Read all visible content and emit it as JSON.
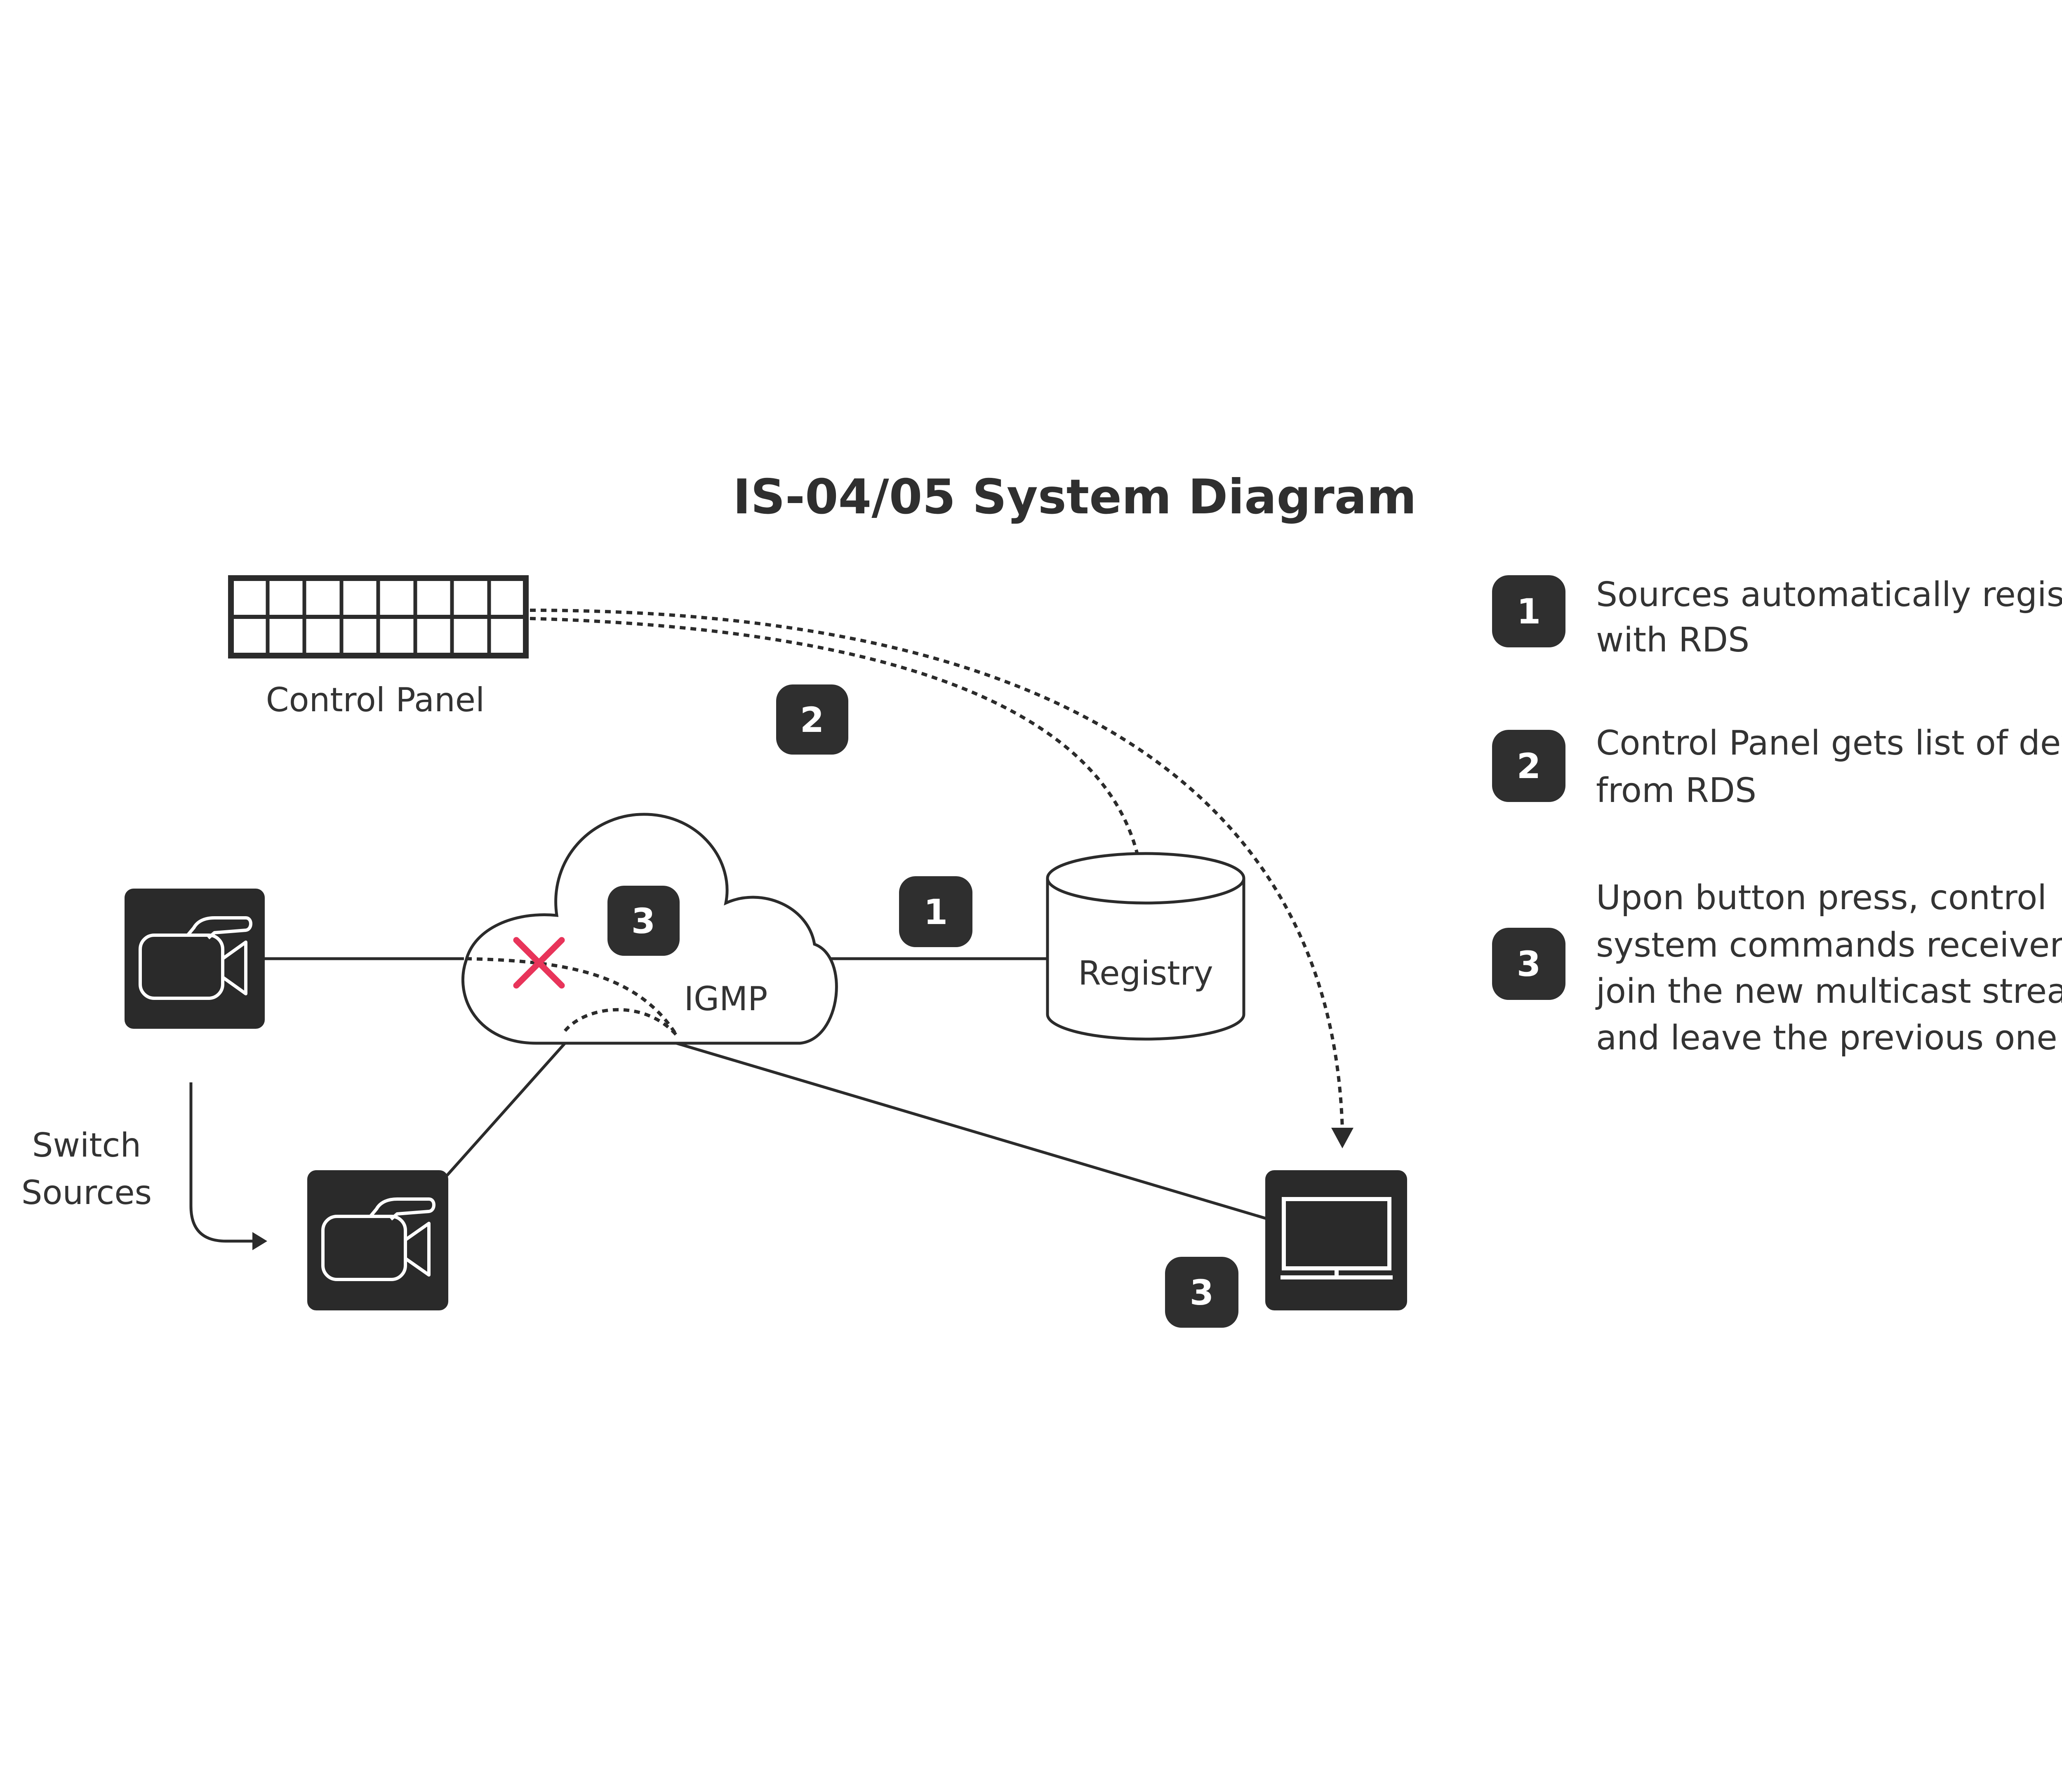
{
  "title": "IS-04/05 System Diagram",
  "nodes": {
    "control_panel": "Control Panel",
    "registry": "Registry",
    "cloud": "IGMP",
    "switch_line1": "Switch",
    "switch_line2": "Sources"
  },
  "badges": {
    "register": "1",
    "list": "2",
    "cloud_join": "3",
    "receiver_join": "3"
  },
  "legend": [
    {
      "number": "1",
      "lines": [
        "Sources automatically register",
        "with RDS"
      ]
    },
    {
      "number": "2",
      "lines": [
        "Control Panel gets list of devices",
        "from RDS"
      ]
    },
    {
      "number": "3",
      "lines": [
        "Upon button press, control",
        "system commands receiver to",
        "join the new multicast stream",
        "and leave the previous one"
      ]
    }
  ],
  "colors": {
    "badge": "#2f2f2f",
    "device": "#2a2a2a",
    "line": "#2b2b2b",
    "leave_marker": "#e8345a",
    "text": "#333333"
  },
  "icons": {
    "source_device": "video-camera-icon",
    "receiver_device": "monitor-icon",
    "leave_marker": "x-mark-icon"
  }
}
